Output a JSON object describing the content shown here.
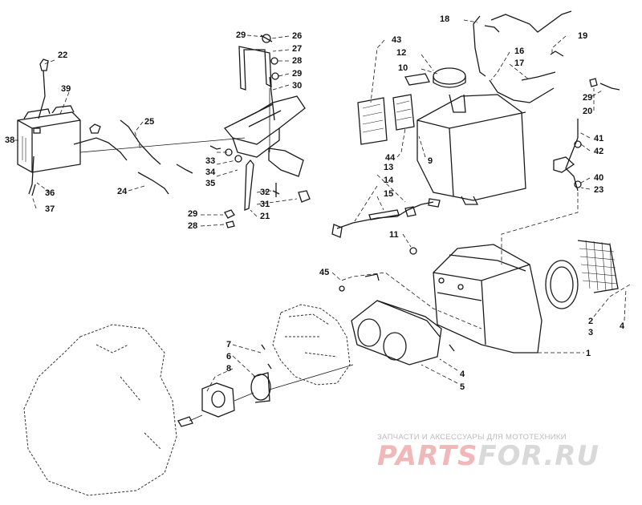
{
  "diagram": {
    "callouts": [
      "1",
      "2",
      "3",
      "4",
      "4",
      "5",
      "6",
      "7",
      "8",
      "9",
      "10",
      "11",
      "12",
      "13",
      "14",
      "15",
      "16",
      "17",
      "18",
      "19",
      "20",
      "21",
      "22",
      "23",
      "24",
      "25",
      "26",
      "27",
      "28",
      "28",
      "29",
      "29",
      "29",
      "30",
      "31",
      "32",
      "33",
      "34",
      "35",
      "36",
      "37",
      "38",
      "39",
      "40",
      "41",
      "42",
      "43",
      "44",
      "45"
    ]
  },
  "watermark": {
    "subtitle": "ЗАПЧАСТИ И АКСЕССУАРЫ ДЛЯ МОТОТЕХНИКИ",
    "logo_main": "PARTS",
    "logo_accent": "FOR.RU"
  }
}
